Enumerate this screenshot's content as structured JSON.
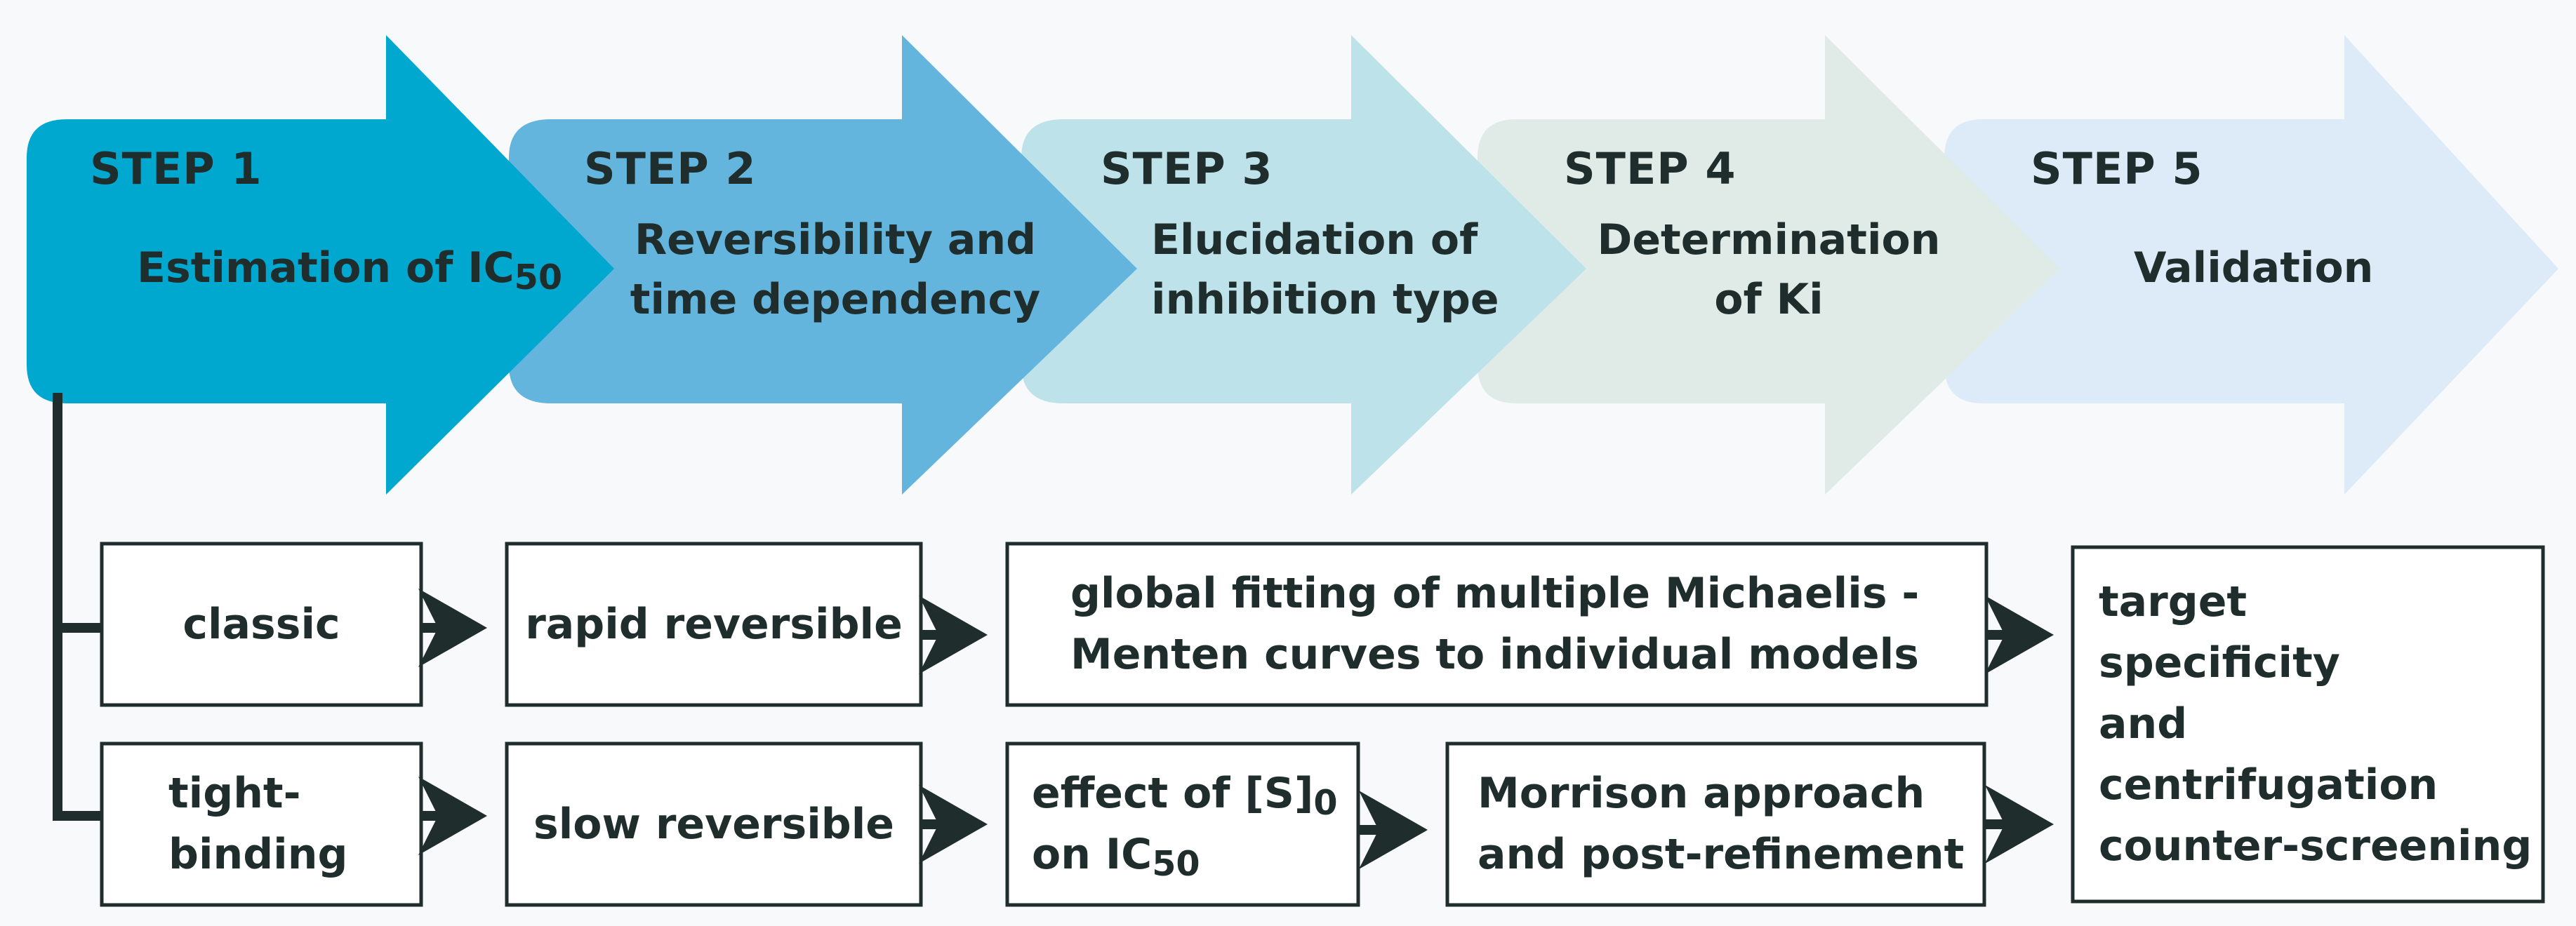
{
  "colors": {
    "step1": "#00a7cf",
    "step2": "#63b5de",
    "step3": "#bde2ea",
    "step4": "#e0ebe7",
    "step5": "#dcebf7",
    "text": "#1f2d2d",
    "line": "#1f2d2d",
    "box_fill": "#ffffff"
  },
  "steps": [
    {
      "title": "STEP 1",
      "desc_line1": "Estimation of IC",
      "desc_sub": "50"
    },
    {
      "title": "STEP 2",
      "desc_line1": "Reversibility and",
      "desc_line2": "time dependency"
    },
    {
      "title": "STEP 3",
      "desc_line1": "Elucidation of",
      "desc_line2": "inhibition type"
    },
    {
      "title": "STEP 4",
      "desc_line1": "Determination",
      "desc_line2": "of Ki"
    },
    {
      "title": "STEP 5",
      "desc_line1": "Validation"
    }
  ],
  "boxes": {
    "classic": "classic",
    "tight_line1": "tight-",
    "tight_line2": "binding",
    "rapid": "rapid reversible",
    "slow": "slow reversible",
    "global_line1": "global fitting of multiple Michaelis -",
    "global_line2": "Menten curves to individual models",
    "effect_line1_pre": "effect of [S]",
    "effect_line1_sub": "0",
    "effect_line2_pre": "on IC",
    "effect_line2_sub": "50",
    "morrison_line1": "Morrison approach",
    "morrison_line2": "and post-refinement",
    "validation_lines": [
      "target",
      "specificity",
      "and",
      "centrifugation",
      "counter-screening"
    ]
  }
}
